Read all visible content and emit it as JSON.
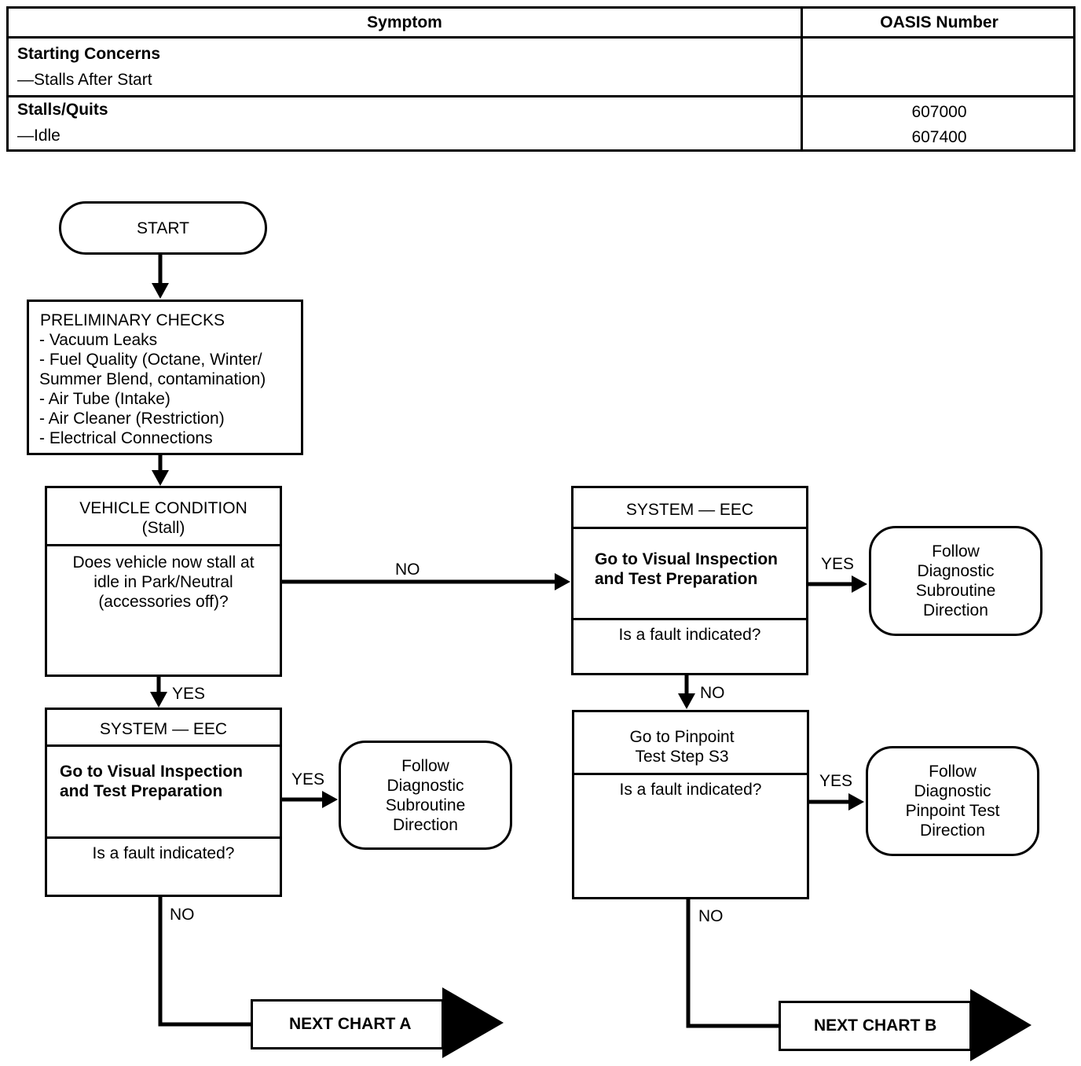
{
  "table": {
    "header_symptom": "Symptom",
    "header_oasis": "OASIS Number",
    "row1_title": "Starting Concerns",
    "row1_sub": "—Stalls After Start",
    "row2_title": "Stalls/Quits",
    "row2_sub": "—Idle",
    "row2_num1": "607000",
    "row2_num2": "607400"
  },
  "flow": {
    "start": "START",
    "prelim_title": "PRELIMINARY CHECKS",
    "prelim_items": "- Vacuum Leaks\n- Fuel Quality (Octane, Winter/\n  Summer Blend, contamination)\n- Air Tube (Intake)\n- Air Cleaner (Restriction)\n- Electrical Connections",
    "vehicle_title": "VEHICLE CONDITION\n(Stall)",
    "vehicle_question": "Does vehicle now stall at\nidle in Park/Neutral\n(accessories off)?",
    "sys_left_title": "SYSTEM — EEC",
    "sys_left_action": "Go to Visual Inspection\nand Test Preparation",
    "sys_left_question": "Is a fault indicated?",
    "follow_left": "Follow\nDiagnostic\nSubroutine\nDirection",
    "sys_right_title": "SYSTEM — EEC",
    "sys_right_action": "Go to Visual Inspection\nand Test Preparation",
    "sys_right_question": "Is a fault indicated?",
    "follow_right_top": "Follow\nDiagnostic\nSubroutine\nDirection",
    "pinpoint_title": "Go to Pinpoint\nTest Step S3",
    "pinpoint_question": "Is a fault indicated?",
    "follow_right_bottom": "Follow\nDiagnostic\nPinpoint Test\nDirection",
    "next_a": "NEXT CHART A",
    "next_b": "NEXT CHART B",
    "lbl_no_1": "NO",
    "lbl_yes_1": "YES",
    "lbl_yes_2": "YES",
    "lbl_no_2": "NO",
    "lbl_yes_3": "YES",
    "lbl_no_3": "NO",
    "lbl_yes_4": "YES",
    "lbl_no_4": "NO"
  }
}
